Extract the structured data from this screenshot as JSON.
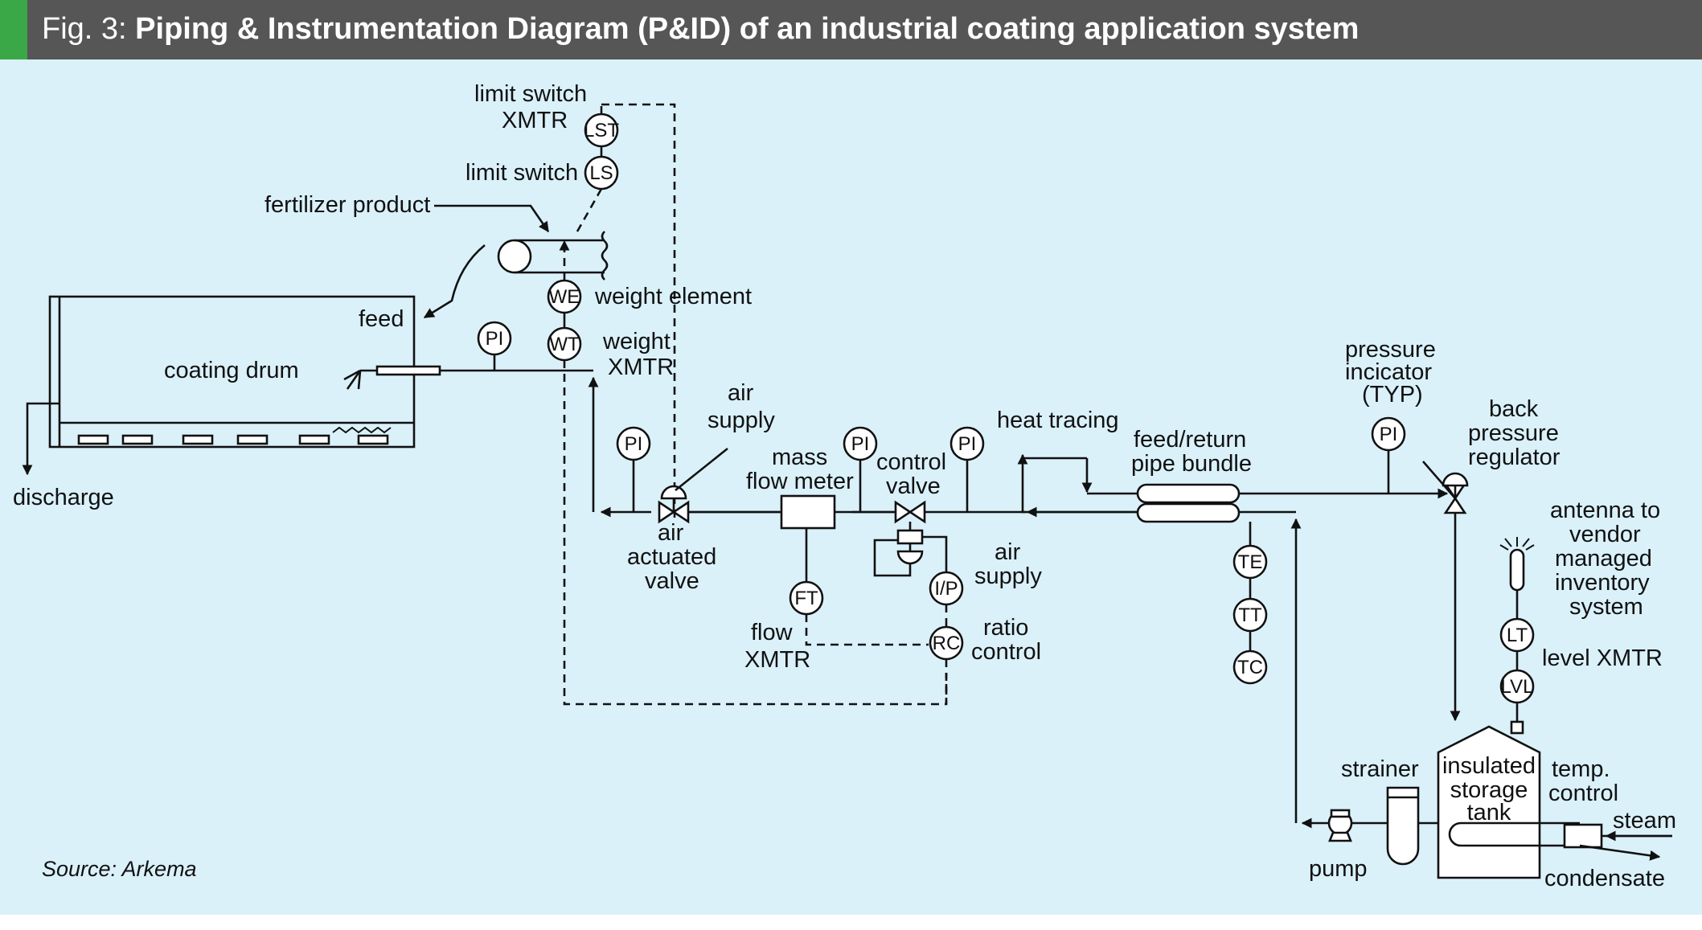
{
  "header": {
    "fig_label": "Fig. 3:",
    "title": "Piping & Instrumentation Diagram (P&ID) of an industrial coating application system"
  },
  "colors": {
    "header_bg": "#565656",
    "accent": "#3aa846",
    "panel_bg": "#daf1fa",
    "line": "#111111"
  },
  "instruments": {
    "lst": "LST",
    "ls": "LS",
    "we": "WE",
    "wt": "WT",
    "pi_drum": "PI",
    "pi_valve": "PI",
    "pi_meter": "PI",
    "pi_heat": "PI",
    "pi_typ": "PI",
    "ft": "FT",
    "ip": "I/P",
    "rc": "RC",
    "te": "TE",
    "tt": "TT",
    "tc": "TC",
    "lt": "LT",
    "lvl": "LVL"
  },
  "labels": {
    "limit_switch_xmtr_1": "limit switch",
    "limit_switch_xmtr_2": "XMTR",
    "limit_switch": "limit switch",
    "fertilizer_product": "fertilizer product",
    "feed": "feed",
    "coating_drum": "coating drum",
    "discharge": "discharge",
    "weight_element": "weight element",
    "weight_xmtr_1": "weight",
    "weight_xmtr_2": "XMTR",
    "air_supply_top_1": "air",
    "air_supply_top_2": "supply",
    "air_actuated_valve_1": "air",
    "air_actuated_valve_2": "actuated",
    "air_actuated_valve_3": "valve",
    "mass_flow_meter_1": "mass",
    "mass_flow_meter_2": "flow meter",
    "control_valve_1": "control",
    "control_valve_2": "valve",
    "air_supply_bottom_1": "air",
    "air_supply_bottom_2": "supply",
    "flow_xmtr_1": "flow",
    "flow_xmtr_2": "XMTR",
    "ratio_control_1": "ratio",
    "ratio_control_2": "control",
    "heat_tracing": "heat tracing",
    "feed_return_1": "feed/return",
    "feed_return_2": "pipe bundle",
    "pressure_indicator_1": "pressure",
    "pressure_indicator_2": "incicator",
    "pressure_indicator_3": "(TYP)",
    "back_pressure_1": "back",
    "back_pressure_2": "pressure",
    "back_pressure_3": "regulator",
    "antenna_1": "antenna to",
    "antenna_2": "vendor",
    "antenna_3": "managed",
    "antenna_4": "inventory",
    "antenna_5": "system",
    "level_xmtr": "level XMTR",
    "strainer": "strainer",
    "pump": "pump",
    "tank_1": "insulated",
    "tank_2": "storage",
    "tank_3": "tank",
    "temp_control_1": "temp.",
    "temp_control_2": "control",
    "steam": "steam",
    "condensate": "condensate"
  },
  "source": "Source: Arkema"
}
